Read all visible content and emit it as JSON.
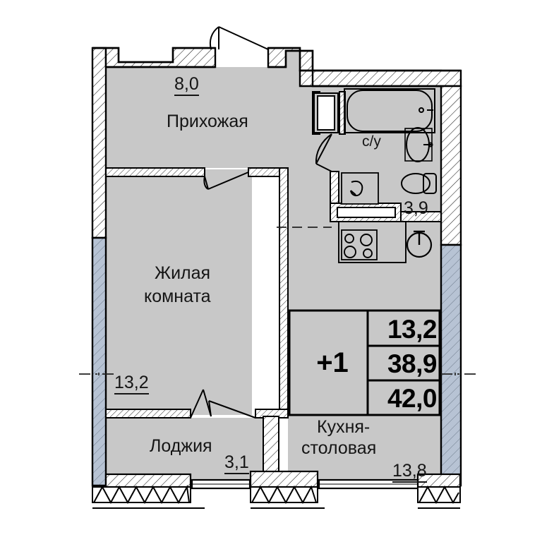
{
  "document": {
    "kind": "apartment-floor-plan",
    "language": "ru"
  },
  "rooms": [
    {
      "id": "hallway",
      "name": "Прихожая",
      "area": "8,0"
    },
    {
      "id": "living",
      "name": "Жилая\nкомната",
      "area": "13,2"
    },
    {
      "id": "bathroom",
      "name": "с/у",
      "area": "3,9"
    },
    {
      "id": "kitchen",
      "name": "Кухня-\nстоловая",
      "area": "13,8"
    },
    {
      "id": "loggia",
      "name": "Лоджия",
      "area": "3,1"
    }
  ],
  "labels": {
    "hallway_name": "Прихожая",
    "hallway_area": "8,0",
    "living_name_line1": "Жилая",
    "living_name_line2": "комната",
    "living_area": "13,2",
    "bathroom_name": "с/у",
    "bathroom_area": "3,9",
    "kitchen_name_line1": "Кухня-",
    "kitchen_name_line2": "столовая",
    "kitchen_area": "13,8",
    "loggia_name": "Лоджия",
    "loggia_area": "3,1"
  },
  "summary_badge": {
    "rooms_label": "+1",
    "living_area": "13,2",
    "total_area_without_loggia": "38,9",
    "total_area_with_loggia": "42,0"
  },
  "fixtures": [
    {
      "name": "bathtub",
      "room": "bathroom"
    },
    {
      "name": "washbasin",
      "room": "bathroom"
    },
    {
      "name": "toilet",
      "room": "bathroom"
    },
    {
      "name": "shower-cabin",
      "room": "bathroom"
    },
    {
      "name": "washing-machine",
      "room": "bathroom"
    },
    {
      "name": "kitchen-stove",
      "room": "kitchen"
    },
    {
      "name": "kitchen-sink",
      "room": "kitchen"
    }
  ],
  "colors": {
    "room_fill": "#c8c8c8",
    "wall_outline": "#000000",
    "wall_hatch_fill": "#ffffff",
    "glazed_wall_fill": "#b7c3d4",
    "background": "#ffffff",
    "text": "#151515"
  }
}
